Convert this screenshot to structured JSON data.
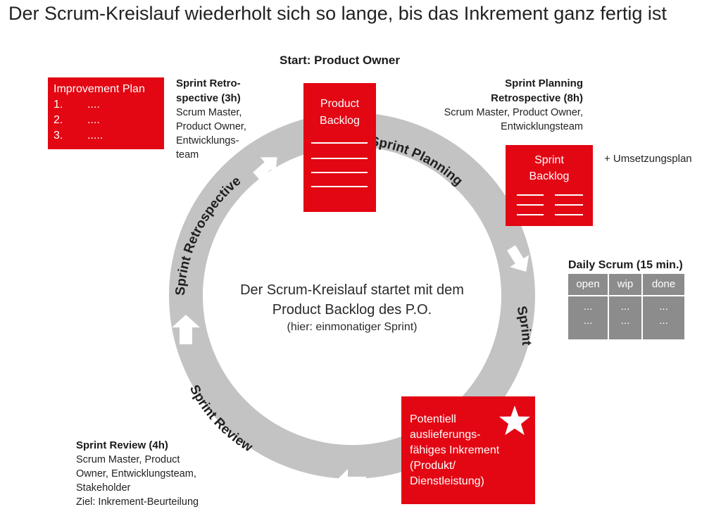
{
  "title": "Der Scrum-Kreislauf wiederholt sich so lange, bis das Inkrement ganz fertig ist",
  "start_label": "Start: Product Owner",
  "arc_labels": {
    "sprint_planning": "Sprint Planning",
    "sprint": "Sprint",
    "sprint_review": "Sprint Review",
    "sprint_retrospective": "Sprint Retrospective"
  },
  "center": {
    "line1": "Der Scrum-Kreislauf startet mit dem",
    "line2": "Product Backlog des P.O.",
    "line3": "(hier: einmonatiger Sprint)"
  },
  "product_backlog": {
    "line1": "Product",
    "line2": "Backlog"
  },
  "sprint_backlog": {
    "line1": "Sprint",
    "line2": "Backlog",
    "extra": "+ Umsetzungsplan"
  },
  "planning_info": {
    "title1": "Sprint Planning",
    "title2": "Retrospective (8h)",
    "line1": "Scrum Master, Product Owner,",
    "line2": "Entwicklungsteam"
  },
  "retro_info": {
    "title1": "Sprint Retro-",
    "title2": "spective (3h)",
    "line1": "Scrum Master,",
    "line2": "Product Owner,",
    "line3": "Entwicklungs-",
    "line4": "team"
  },
  "improvement_plan": {
    "title": "Improvement Plan",
    "items": [
      {
        "num": "1.",
        "text": "...."
      },
      {
        "num": "2.",
        "text": "...."
      },
      {
        "num": "3.",
        "text": "....."
      }
    ]
  },
  "daily_scrum": {
    "title": "Daily Scrum (15 min.)",
    "columns": [
      "open",
      "wip",
      "done"
    ],
    "cells": [
      [
        "...",
        "...",
        "..."
      ],
      [
        "...",
        "...",
        "..."
      ]
    ]
  },
  "increment": {
    "line1": "Potentiell",
    "line2": "auslieferungs-",
    "line3": "fähiges Inkrement",
    "line4": "(Produkt/",
    "line5": "Dienstleistung)"
  },
  "review_info": {
    "title": "Sprint Review (4h)",
    "line1": "Scrum Master, Product",
    "line2": "Owner, Entwicklungsteam,",
    "line3": "Stakeholder",
    "line4": "Ziel: Inkrement-Beurteilung"
  },
  "colors": {
    "red": "#e30613",
    "ring": "#c3c3c3",
    "kanban": "#8c8c8c"
  }
}
